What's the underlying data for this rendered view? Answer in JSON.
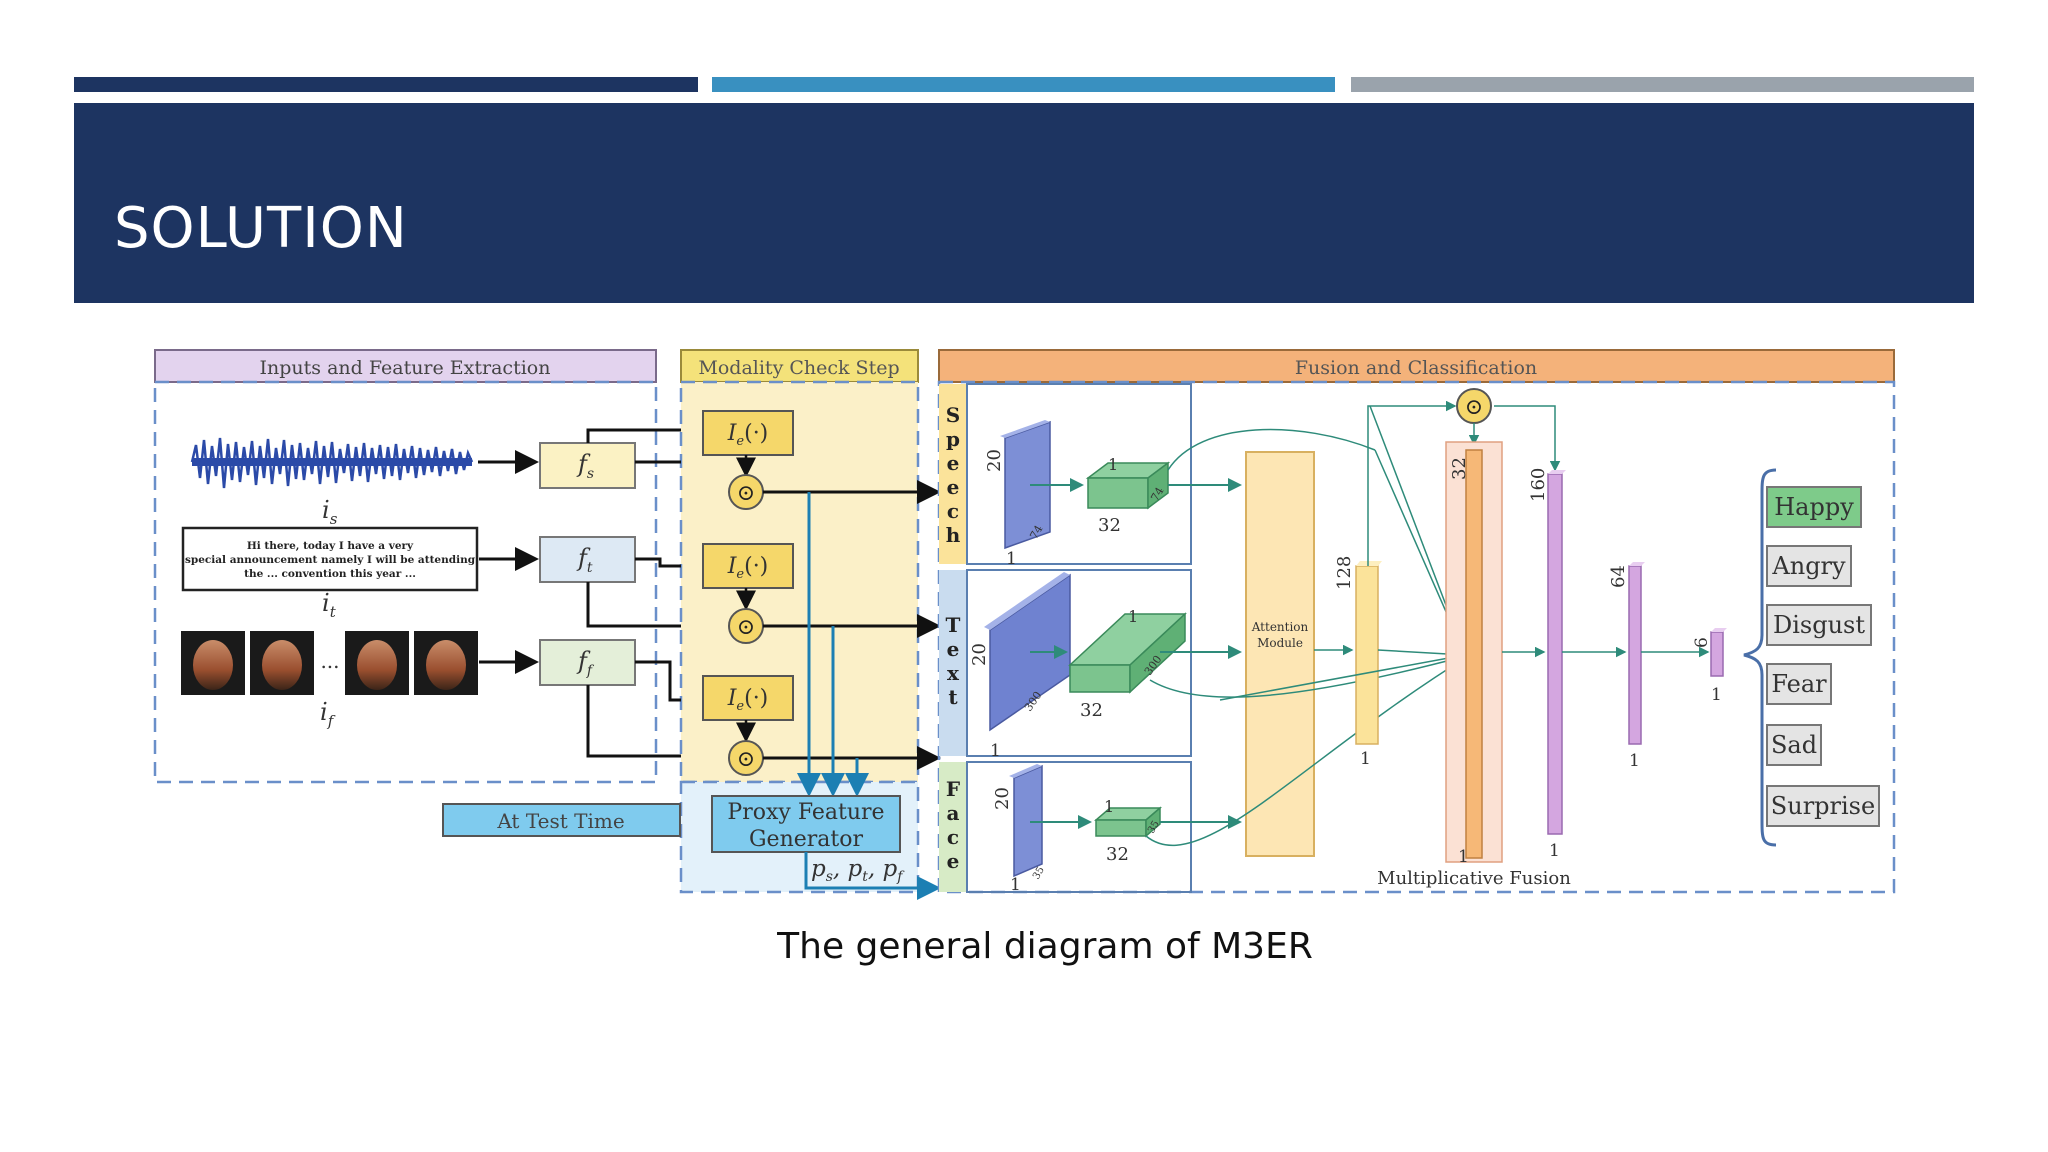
{
  "slide": {
    "title": "SOLUTION",
    "caption": "The general diagram of M3ER",
    "colors": {
      "navy": "#1d3461",
      "blue_accent": "#3990c0",
      "gray_accent": "#9aa3ac"
    }
  },
  "diagram": {
    "sections": {
      "inputs": "Inputs and Feature Extraction",
      "modality": "Modality Check Step",
      "fusion": "Fusion and Classification"
    },
    "transcript": [
      "Hi there, today I have a very",
      "special announcement namely I will be attending",
      "the ... convention this year ..."
    ],
    "input_labels": {
      "speech": "i",
      "speech_sub": "s",
      "text": "i",
      "text_sub": "t",
      "face": "i",
      "face_sub": "f"
    },
    "ellipsis": "...",
    "feature_labels": {
      "speech": "f",
      "speech_sub": "s",
      "text": "f",
      "text_sub": "t",
      "face": "f",
      "face_sub": "f"
    },
    "check_label": "I",
    "check_sub": "e",
    "check_arg": "(·)",
    "odot": "⊙",
    "at_test_time": "At Test Time",
    "proxy": [
      "Proxy Feature",
      "Generator"
    ],
    "proxy_outputs": "p",
    "proxy_subs": [
      "s",
      "t",
      "f"
    ],
    "modalities": {
      "speech": [
        "S",
        "p",
        "e",
        "e",
        "c",
        "h"
      ],
      "text": [
        "T",
        "e",
        "x",
        "t"
      ],
      "face": [
        "F",
        "a",
        "c",
        "e"
      ]
    },
    "dims": {
      "speech": {
        "h": "20",
        "w": "32",
        "d": "74",
        "one": "1",
        "one2": "1",
        "d2": "74"
      },
      "text": {
        "h": "20",
        "w": "32",
        "d": "300",
        "one": "1",
        "one2": "1",
        "d2": "300"
      },
      "face": {
        "h": "20",
        "w": "32",
        "d": "35",
        "one": "1",
        "one2": "1",
        "d2": "35"
      }
    },
    "attention": [
      "Attention",
      "Module"
    ],
    "vec_128": "128",
    "vec_32": "32",
    "vec_160": "160",
    "vec_64": "64",
    "vec_6": "6",
    "one": "1",
    "mult_fusion": "Multiplicative Fusion",
    "classes": [
      "Happy",
      "Angry",
      "Disgust",
      "Fear",
      "Sad",
      "Surprise"
    ]
  }
}
